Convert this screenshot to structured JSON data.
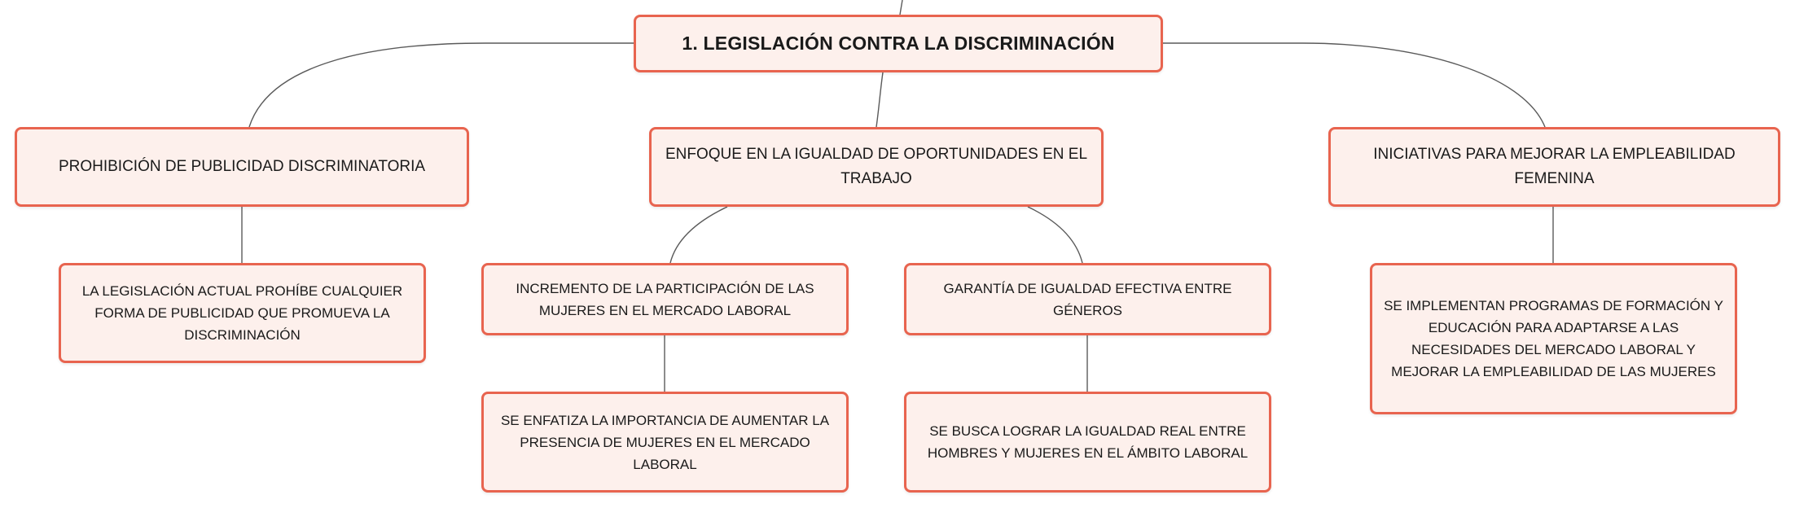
{
  "colors": {
    "node_fill": "#fdf0ec",
    "node_border": "#e8644f",
    "connector": "#5a5a5a"
  },
  "root": {
    "label": "1. LEGISLACIÓN CONTRA LA DISCRIMINACIÓN"
  },
  "branches": [
    {
      "label": "PROHIBICIÓN DE PUBLICIDAD DISCRIMINATORIA",
      "children": [
        {
          "label": "LA LEGISLACIÓN ACTUAL PROHÍBE CUALQUIER FORMA DE PUBLICIDAD QUE PROMUEVA LA DISCRIMINACIÓN"
        }
      ]
    },
    {
      "label": "ENFOQUE EN LA IGUALDAD DE OPORTUNIDADES EN EL TRABAJO",
      "children": [
        {
          "label": "INCREMENTO DE LA PARTICIPACIÓN DE LAS MUJERES EN EL MERCADO LABORAL",
          "children": [
            {
              "label": "SE ENFATIZA LA IMPORTANCIA DE AUMENTAR LA PRESENCIA DE MUJERES EN EL MERCADO LABORAL"
            }
          ]
        },
        {
          "label": "GARANTÍA DE IGUALDAD EFECTIVA ENTRE GÉNEROS",
          "children": [
            {
              "label": "SE BUSCA LOGRAR LA IGUALDAD REAL ENTRE HOMBRES Y MUJERES EN EL ÁMBITO LABORAL"
            }
          ]
        }
      ]
    },
    {
      "label": "INICIATIVAS PARA MEJORAR LA EMPLEABILIDAD FEMENINA",
      "children": [
        {
          "label": "SE IMPLEMENTAN PROGRAMAS DE FORMACIÓN Y EDUCACIÓN PARA ADAPTARSE A LAS NECESIDADES DEL MERCADO LABORAL Y MEJORAR LA EMPLEABILIDAD DE LAS MUJERES"
        }
      ]
    }
  ]
}
